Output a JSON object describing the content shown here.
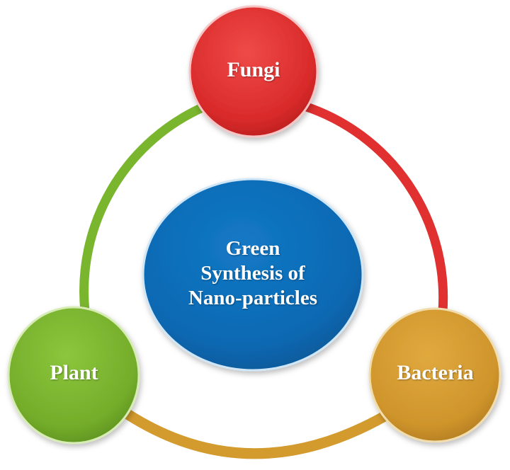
{
  "diagram": {
    "center": {
      "label_lines": [
        "Green",
        "Synthesis of",
        "Nano-particles"
      ],
      "color": "#0a6cb8"
    },
    "nodes": [
      {
        "id": "fungi",
        "label": "Fungi",
        "color": "#e23434"
      },
      {
        "id": "plant",
        "label": "Plant",
        "color": "#7ab52e"
      },
      {
        "id": "bacteria",
        "label": "Bacteria",
        "color": "#d39a2e"
      }
    ],
    "connectors": [
      {
        "from": "fungi",
        "to": "bacteria",
        "color": "#e23434"
      },
      {
        "from": "bacteria",
        "to": "plant",
        "color": "#d39a2e"
      },
      {
        "from": "plant",
        "to": "fungi",
        "color": "#7ab52e"
      }
    ]
  }
}
